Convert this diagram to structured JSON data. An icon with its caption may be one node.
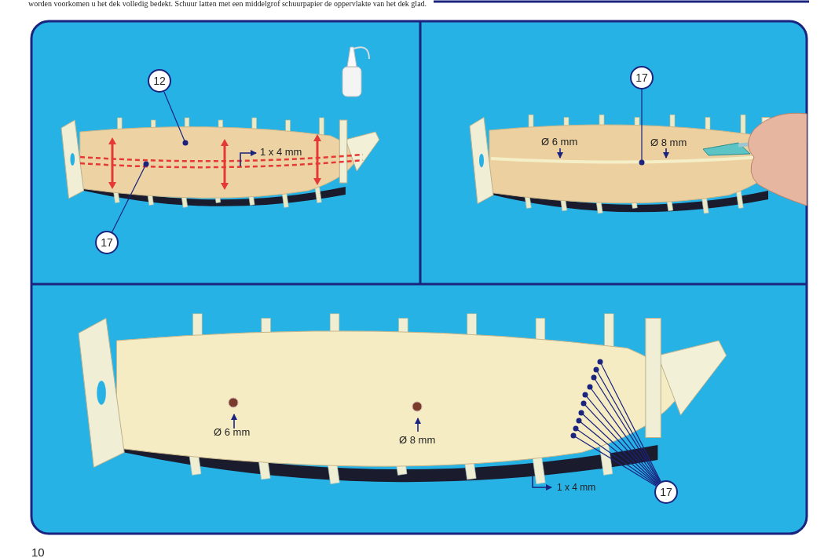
{
  "diagram": {
    "nodes": [
      {
        "text": [
          "12"
        ]
      },
      {
        "text": [
          "17"
        ]
      },
      {
        "text": [
          "17"
        ]
      },
      {
        "text": [
          "17"
        ]
      }
    ],
    "edges": [
      {
        "from": 0,
        "to": null,
        "arrow": "other"
      },
      {
        "from": 1,
        "to": null,
        "arrow": "other"
      },
      {
        "from": 2,
        "to": null,
        "arrow": "other"
      },
      {
        "from": 3,
        "to": null,
        "arrow": "other"
      },
      {
        "from": 3,
        "to": null,
        "arrow": "other"
      },
      {
        "from": 3,
        "to": null,
        "arrow": "other"
      },
      {
        "from": 3,
        "to": null,
        "arrow": "other"
      },
      {
        "from": 3,
        "to": null,
        "arrow": "other"
      },
      {
        "from": 3,
        "to": null,
        "arrow": "other"
      },
      {
        "from": 3,
        "to": null,
        "arrow": "other"
      },
      {
        "from": 3,
        "to": null,
        "arrow": "other"
      },
      {
        "from": 3,
        "to": null,
        "arrow": "other"
      },
      {
        "from": 3,
        "to": null,
        "arrow": "other"
      }
    ],
    "labels": [
      "worden voorkomen u het dek volledig bedekt. Schuur latten met een middelgrof schuurpapier de oppervlakte van het dek glad.",
      "1 x 4 mm",
      "Ø 6 mm",
      "Ø 8 mm",
      "Ø 6 mm",
      "Ø 8 mm",
      "1 x 4 mm",
      "10"
    ]
  }
}
